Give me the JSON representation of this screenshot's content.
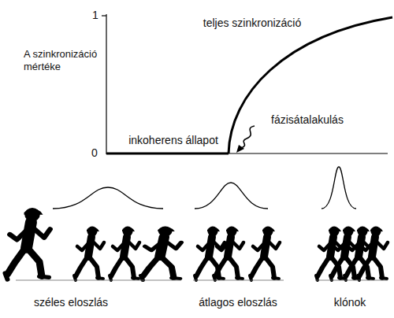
{
  "diagram": {
    "labels": [
      "1",
      "A szinkronizáció mértéke",
      "teljes szinkronizáció",
      "fázisátalakulás",
      "inkoherens állapot",
      "0",
      "széles eloszlás",
      "átlagos eloszlás",
      "klónok"
    ]
  }
}
